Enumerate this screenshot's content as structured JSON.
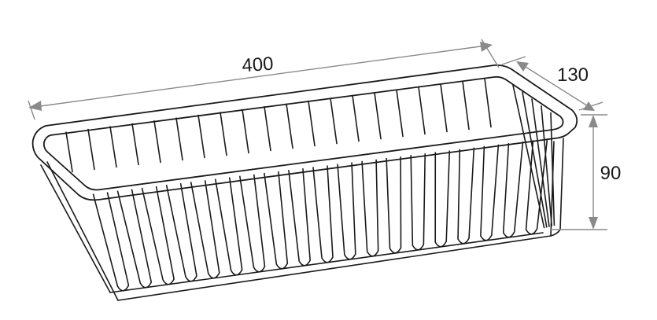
{
  "figure": {
    "object": "wire-basket",
    "dimensions": {
      "length": "400",
      "depth": "130",
      "height": "90"
    },
    "colors": {
      "line": "#1a1a1a",
      "dimension": "#8a8a8a",
      "background": "#ffffff"
    }
  }
}
